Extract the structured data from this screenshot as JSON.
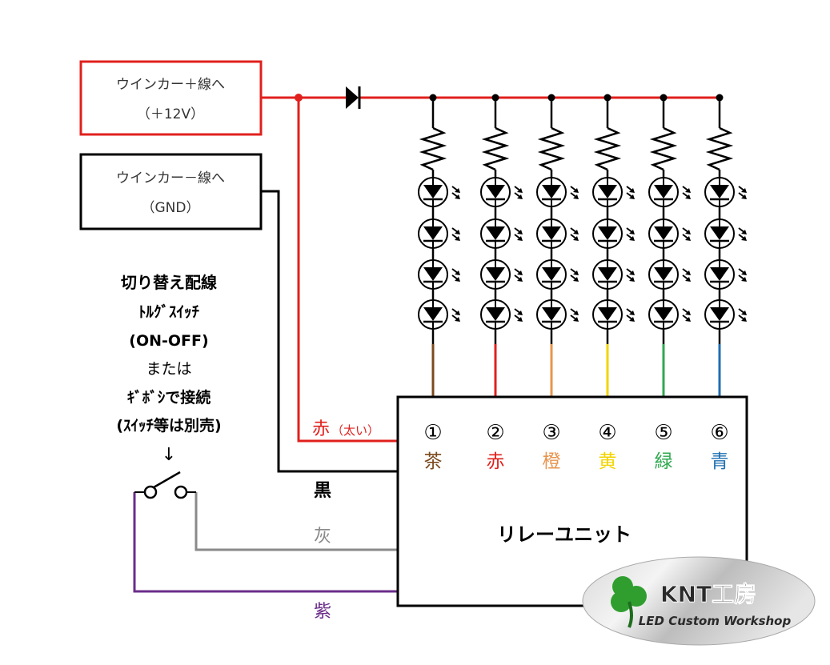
{
  "boxes": {
    "plus": {
      "line1": "ウインカー＋線へ",
      "line2": "（＋12V）"
    },
    "minus": {
      "line1": "ウインカー－線へ",
      "line2": "（GND）"
    }
  },
  "switch_note": {
    "lines": [
      "切り替え配線",
      "ﾄﾙｸﾞｽｲｯﾁ",
      "(ON-OFF)",
      "または",
      "ｷﾞﾎﾞｼで接続",
      "(ｽｲｯﾁ等は別売)"
    ],
    "arrow": "↓"
  },
  "wires": {
    "red_thick": {
      "label": "赤",
      "sub": "（太い）",
      "color": "#e0201c"
    },
    "black": {
      "label": "黒",
      "color": "#000000"
    },
    "gray": {
      "label": "灰",
      "color": "#8a8a8a"
    },
    "purple": {
      "label": "紫",
      "color": "#6a2c8a"
    }
  },
  "channels": [
    {
      "num": "①",
      "label": "茶",
      "color": "#7b4a1e"
    },
    {
      "num": "②",
      "label": "赤",
      "color": "#e0201c"
    },
    {
      "num": "③",
      "label": "橙",
      "color": "#e8954e"
    },
    {
      "num": "④",
      "label": "黄",
      "color": "#f2d400"
    },
    {
      "num": "⑤",
      "label": "緑",
      "color": "#2fa84f"
    },
    {
      "num": "⑥",
      "label": "青",
      "color": "#1f6fb0"
    }
  ],
  "relay": {
    "label": "リレーユニット"
  },
  "logo": {
    "brand": "KNT工房",
    "tagline": "LED Custom Workshop"
  }
}
